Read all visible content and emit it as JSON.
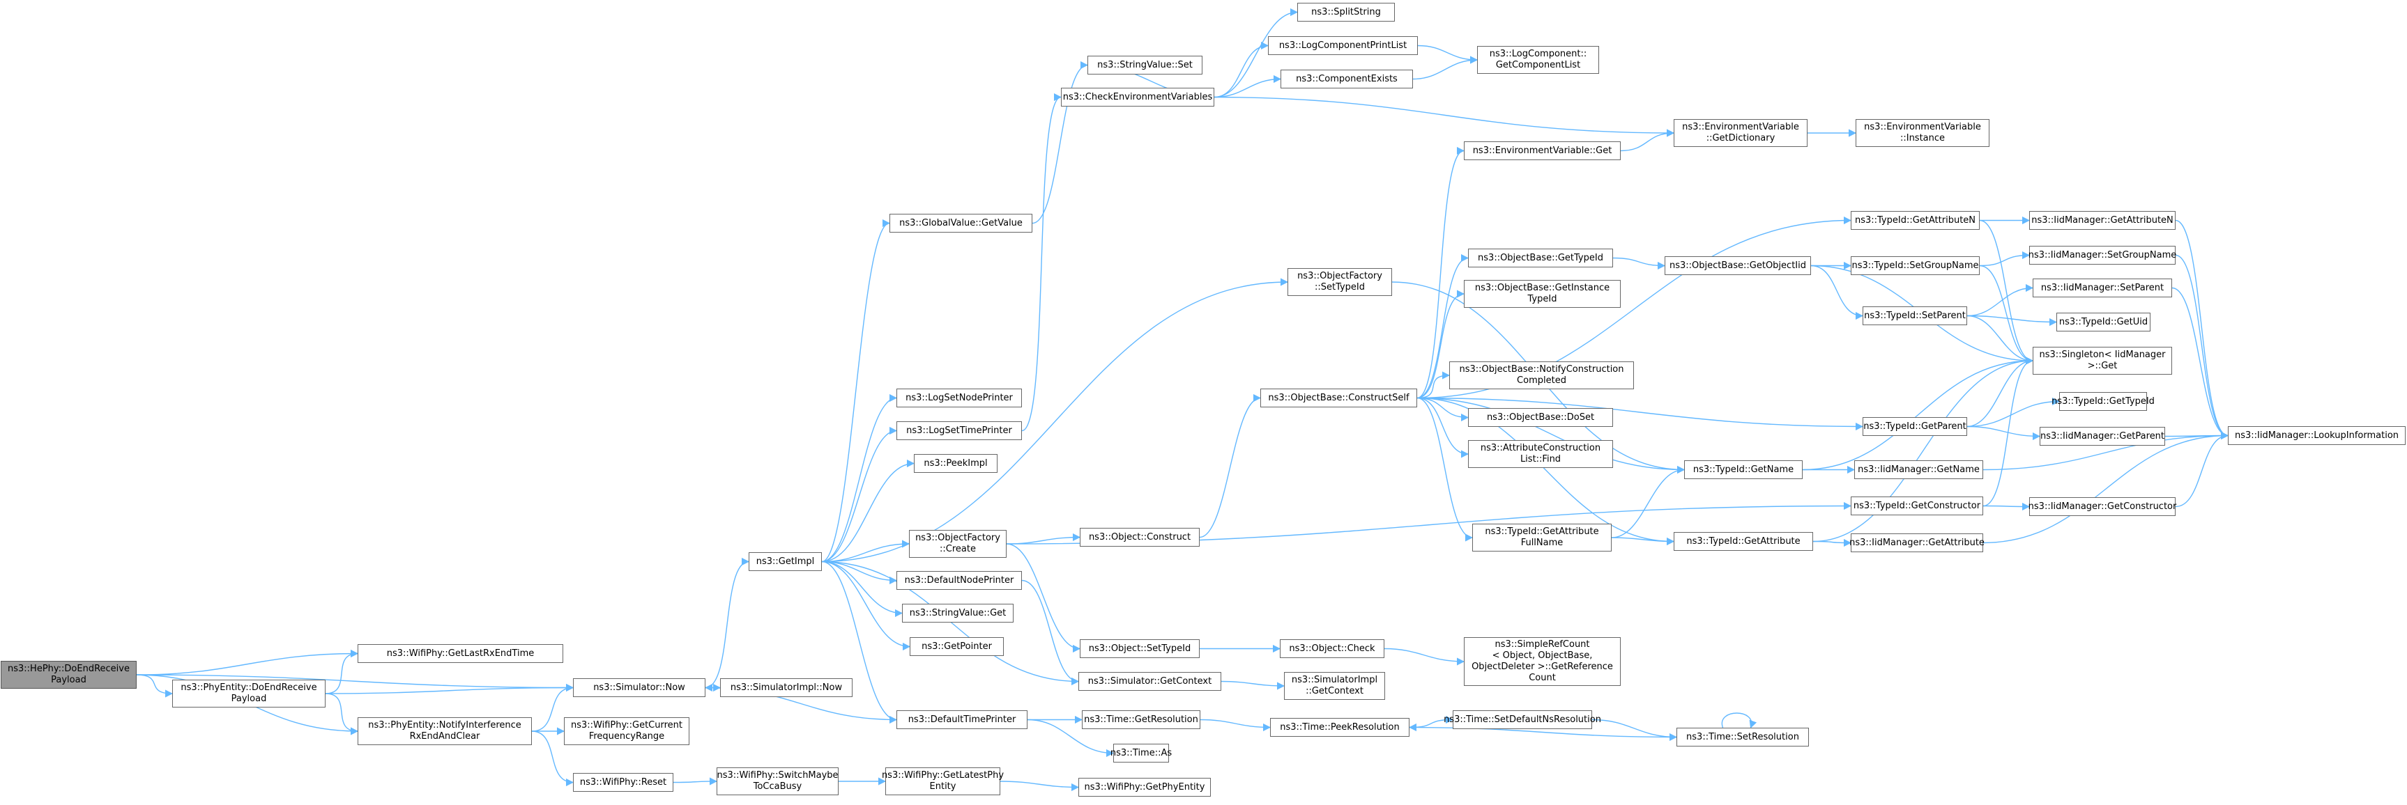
{
  "graph": {
    "nodes": [
      {
        "id": "n0",
        "label": "ns3::HePhy::DoEndReceive\nPayload"
      },
      {
        "id": "n1",
        "label": "ns3::PhyEntity::DoEndReceive\nPayload"
      },
      {
        "id": "n2",
        "label": "ns3::WifiPhy::GetLastRxEndTime"
      },
      {
        "id": "n3",
        "label": "ns3::Simulator::Now"
      },
      {
        "id": "n4",
        "label": "ns3::PhyEntity::NotifyInterference\nRxEndAndClear"
      },
      {
        "id": "n5",
        "label": "ns3::WifiPhy::GetCurrent\nFrequencyRange"
      },
      {
        "id": "n6",
        "label": "ns3::WifiPhy::Reset"
      },
      {
        "id": "n7",
        "label": "ns3::WifiPhy::SwitchMaybe\nToCcaBusy"
      },
      {
        "id": "n8",
        "label": "ns3::WifiPhy::GetLatestPhy\nEntity"
      },
      {
        "id": "n9",
        "label": "ns3::WifiPhy::GetPhyEntity"
      },
      {
        "id": "n10",
        "label": "ns3::SimulatorImpl::Now"
      },
      {
        "id": "n11",
        "label": "ns3::GetImpl"
      },
      {
        "id": "n12",
        "label": "ns3::GlobalValue::GetValue"
      },
      {
        "id": "n13",
        "label": "ns3::StringValue::Set"
      },
      {
        "id": "n14",
        "label": "ns3::CheckEnvironmentVariables"
      },
      {
        "id": "n15",
        "label": "ns3::SplitString"
      },
      {
        "id": "n16",
        "label": "ns3::LogComponentPrintList"
      },
      {
        "id": "n17",
        "label": "ns3::ComponentExists"
      },
      {
        "id": "n18",
        "label": "ns3::LogComponent::\nGetComponentList"
      },
      {
        "id": "n19",
        "label": "ns3::EnvironmentVariable\n::GetDictionary"
      },
      {
        "id": "n20",
        "label": "ns3::EnvironmentVariable\n::Instance"
      },
      {
        "id": "n21",
        "label": "ns3::EnvironmentVariable::Get"
      },
      {
        "id": "n22",
        "label": "ns3::LogSetNodePrinter"
      },
      {
        "id": "n23",
        "label": "ns3::LogSetTimePrinter"
      },
      {
        "id": "n24",
        "label": "ns3::PeekImpl"
      },
      {
        "id": "n25",
        "label": "ns3::ObjectFactory\n::Create"
      },
      {
        "id": "n26",
        "label": "ns3::DefaultNodePrinter"
      },
      {
        "id": "n27",
        "label": "ns3::StringValue::Get"
      },
      {
        "id": "n28",
        "label": "ns3::GetPointer"
      },
      {
        "id": "n29",
        "label": "ns3::Simulator::GetContext"
      },
      {
        "id": "n30",
        "label": "ns3::DefaultTimePrinter"
      },
      {
        "id": "n31",
        "label": "ns3::ObjectFactory\n::SetTypeId"
      },
      {
        "id": "n32",
        "label": "ns3::Object::Construct"
      },
      {
        "id": "n33",
        "label": "ns3::ObjectBase::ConstructSelf"
      },
      {
        "id": "n34",
        "label": "ns3::Object::SetTypeId"
      },
      {
        "id": "n35",
        "label": "ns3::Object::Check"
      },
      {
        "id": "n36",
        "label": "ns3::SimpleRefCount\n< Object, ObjectBase,\nObjectDeleter >::GetReference\nCount"
      },
      {
        "id": "n37",
        "label": "ns3::SimulatorImpl\n::GetContext"
      },
      {
        "id": "n38",
        "label": "ns3::Time::GetResolution"
      },
      {
        "id": "n39",
        "label": "ns3::Time::As"
      },
      {
        "id": "n40",
        "label": "ns3::Time::PeekResolution"
      },
      {
        "id": "n41",
        "label": "ns3::Time::SetDefaultNsResolution"
      },
      {
        "id": "n42",
        "label": "ns3::Time::SetResolution"
      },
      {
        "id": "n43",
        "label": "ns3::ObjectBase::GetTypeId"
      },
      {
        "id": "n44",
        "label": "ns3::ObjectBase::GetInstance\nTypeId"
      },
      {
        "id": "n45",
        "label": "ns3::ObjectBase::NotifyConstruction\nCompleted"
      },
      {
        "id": "n46",
        "label": "ns3::ObjectBase::DoSet"
      },
      {
        "id": "n47",
        "label": "ns3::AttributeConstruction\nList::Find"
      },
      {
        "id": "n48",
        "label": "ns3::TypeId::GetAttribute\nFullName"
      },
      {
        "id": "n49",
        "label": "ns3::ObjectBase::GetObjectIid"
      },
      {
        "id": "n50",
        "label": "ns3::TypeId::GetName"
      },
      {
        "id": "n51",
        "label": "ns3::TypeId::GetAttribute"
      },
      {
        "id": "n52",
        "label": "ns3::TypeId::GetAttributeN"
      },
      {
        "id": "n53",
        "label": "ns3::TypeId::SetGroupName"
      },
      {
        "id": "n54",
        "label": "ns3::TypeId::SetParent"
      },
      {
        "id": "n55",
        "label": "ns3::TypeId::GetParent"
      },
      {
        "id": "n56",
        "label": "ns3::IidManager::GetName"
      },
      {
        "id": "n57",
        "label": "ns3::TypeId::GetConstructor"
      },
      {
        "id": "n58",
        "label": "ns3::IidManager::GetAttribute"
      },
      {
        "id": "n59",
        "label": "ns3::IidManager::GetAttributeN"
      },
      {
        "id": "n60",
        "label": "ns3::IidManager::SetGroupName"
      },
      {
        "id": "n61",
        "label": "ns3::IidManager::SetParent"
      },
      {
        "id": "n62",
        "label": "ns3::TypeId::GetUid"
      },
      {
        "id": "n63",
        "label": "ns3::Singleton< IidManager\n>::Get"
      },
      {
        "id": "n64",
        "label": "ns3::TypeId::GetTypeId"
      },
      {
        "id": "n65",
        "label": "ns3::IidManager::GetParent"
      },
      {
        "id": "n66",
        "label": "ns3::IidManager::LookupInformation"
      },
      {
        "id": "n67",
        "label": "ns3::IidManager::GetConstructor"
      }
    ],
    "edge_color": "#63b8ff",
    "node_border_color": "#666666",
    "root_fill_color": "#999999",
    "edges": [
      [
        "n0",
        "n1"
      ],
      [
        "n0",
        "n2"
      ],
      [
        "n0",
        "n3"
      ],
      [
        "n0",
        "n4"
      ],
      [
        "n1",
        "n2"
      ],
      [
        "n1",
        "n3"
      ],
      [
        "n1",
        "n4"
      ],
      [
        "n4",
        "n3"
      ],
      [
        "n4",
        "n5"
      ],
      [
        "n4",
        "n6"
      ],
      [
        "n6",
        "n7"
      ],
      [
        "n7",
        "n8"
      ],
      [
        "n8",
        "n9"
      ],
      [
        "n3",
        "n10"
      ],
      [
        "n3",
        "n11"
      ],
      [
        "n11",
        "n12"
      ],
      [
        "n11",
        "n22"
      ],
      [
        "n11",
        "n23"
      ],
      [
        "n11",
        "n24"
      ],
      [
        "n11",
        "n25"
      ],
      [
        "n11",
        "n26"
      ],
      [
        "n11",
        "n27"
      ],
      [
        "n11",
        "n28"
      ],
      [
        "n11",
        "n29"
      ],
      [
        "n11",
        "n30"
      ],
      [
        "n11",
        "n31"
      ],
      [
        "n12",
        "n13"
      ],
      [
        "n13",
        "n14"
      ],
      [
        "n23",
        "n14"
      ],
      [
        "n14",
        "n15"
      ],
      [
        "n14",
        "n16"
      ],
      [
        "n14",
        "n17"
      ],
      [
        "n14",
        "n19"
      ],
      [
        "n16",
        "n18"
      ],
      [
        "n17",
        "n18"
      ],
      [
        "n19",
        "n20"
      ],
      [
        "n21",
        "n19"
      ],
      [
        "n25",
        "n32"
      ],
      [
        "n25",
        "n34"
      ],
      [
        "n25",
        "n57"
      ],
      [
        "n26",
        "n29"
      ],
      [
        "n29",
        "n37"
      ],
      [
        "n30",
        "n3"
      ],
      [
        "n30",
        "n38"
      ],
      [
        "n30",
        "n39"
      ],
      [
        "n31",
        "n50"
      ],
      [
        "n32",
        "n33"
      ],
      [
        "n33",
        "n21"
      ],
      [
        "n33",
        "n43"
      ],
      [
        "n33",
        "n44"
      ],
      [
        "n33",
        "n45"
      ],
      [
        "n33",
        "n46"
      ],
      [
        "n33",
        "n47"
      ],
      [
        "n33",
        "n48"
      ],
      [
        "n33",
        "n50"
      ],
      [
        "n33",
        "n51"
      ],
      [
        "n33",
        "n52"
      ],
      [
        "n33",
        "n55"
      ],
      [
        "n34",
        "n35"
      ],
      [
        "n35",
        "n36"
      ],
      [
        "n38",
        "n40"
      ],
      [
        "n40",
        "n41"
      ],
      [
        "n41",
        "n42"
      ],
      [
        "n42",
        "n40"
      ],
      [
        "n42",
        "n42"
      ],
      [
        "n43",
        "n49"
      ],
      [
        "n49",
        "n53"
      ],
      [
        "n49",
        "n54"
      ],
      [
        "n49",
        "n63"
      ],
      [
        "n48",
        "n50"
      ],
      [
        "n48",
        "n51"
      ],
      [
        "n50",
        "n56"
      ],
      [
        "n50",
        "n63"
      ],
      [
        "n51",
        "n58"
      ],
      [
        "n51",
        "n63"
      ],
      [
        "n52",
        "n59"
      ],
      [
        "n52",
        "n63"
      ],
      [
        "n53",
        "n60"
      ],
      [
        "n53",
        "n63"
      ],
      [
        "n54",
        "n61"
      ],
      [
        "n54",
        "n62"
      ],
      [
        "n54",
        "n63"
      ],
      [
        "n55",
        "n64"
      ],
      [
        "n55",
        "n65"
      ],
      [
        "n55",
        "n63"
      ],
      [
        "n56",
        "n66"
      ],
      [
        "n57",
        "n67"
      ],
      [
        "n57",
        "n63"
      ],
      [
        "n58",
        "n66"
      ],
      [
        "n59",
        "n66"
      ],
      [
        "n60",
        "n66"
      ],
      [
        "n61",
        "n66"
      ],
      [
        "n65",
        "n66"
      ],
      [
        "n67",
        "n66"
      ]
    ]
  }
}
